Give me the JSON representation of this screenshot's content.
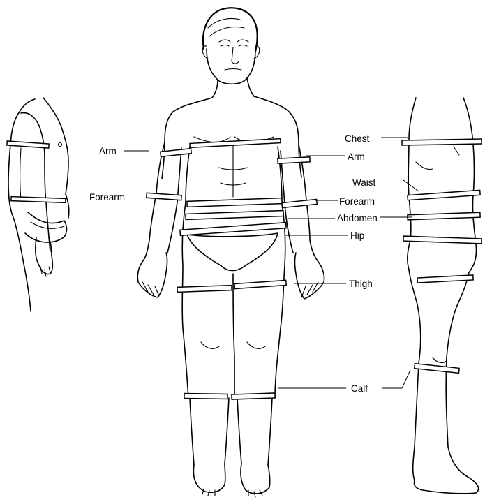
{
  "labels": {
    "arm_left": "Arm",
    "forearm_left": "Forearm",
    "chest": "Chest",
    "arm_right": "Arm",
    "waist": "Waist",
    "forearm_right": "Forearm",
    "abdomen": "Abdomen",
    "hip": "Hip",
    "thigh": "Thigh",
    "calf": "Calf"
  }
}
